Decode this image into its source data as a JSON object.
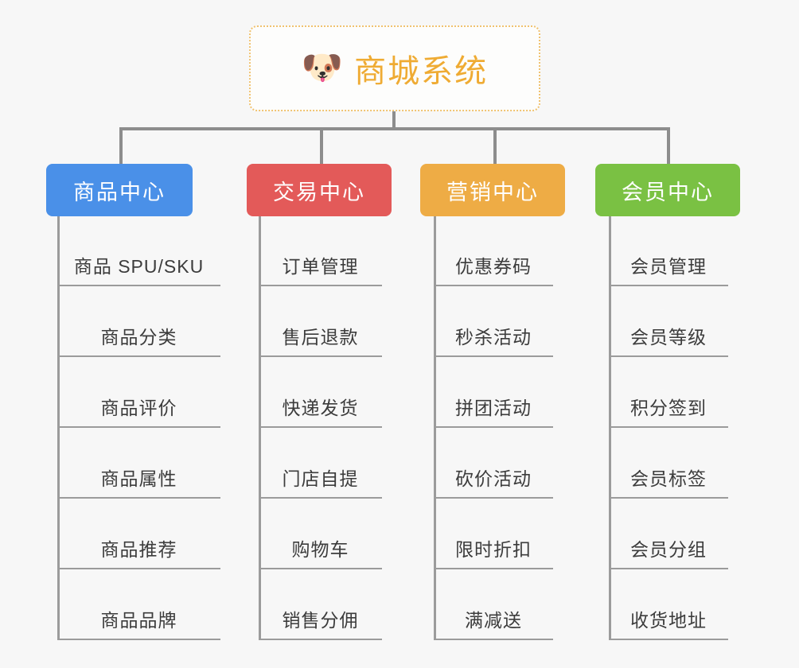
{
  "page": {
    "background_color": "#f7f7f7",
    "line_color": "#9b9b9b"
  },
  "root": {
    "title": "商城系统",
    "icon": "dog-face-emoji",
    "icon_glyph": "🐶",
    "text_color": "#efab33",
    "border_color": "#f0c270",
    "background_color": "#fdfdfc"
  },
  "categories": [
    {
      "label": "商品中心",
      "color": "#4a90e8",
      "items": [
        "商品 SPU/SKU",
        "商品分类",
        "商品评价",
        "商品属性",
        "商品推荐",
        "商品品牌"
      ]
    },
    {
      "label": "交易中心",
      "color": "#e35a59",
      "items": [
        "订单管理",
        "售后退款",
        "快递发货",
        "门店自提",
        "购物车",
        "销售分佣"
      ]
    },
    {
      "label": "营销中心",
      "color": "#eeac45",
      "items": [
        "优惠券码",
        "秒杀活动",
        "拼团活动",
        "砍价活动",
        "限时折扣",
        "满减送"
      ]
    },
    {
      "label": "会员中心",
      "color": "#7ac143",
      "items": [
        "会员管理",
        "会员等级",
        "积分签到",
        "会员标签",
        "会员分组",
        "收货地址"
      ]
    }
  ]
}
